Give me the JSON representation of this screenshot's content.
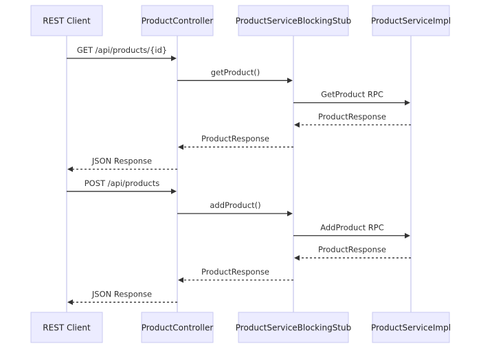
{
  "participants": [
    {
      "id": "rest",
      "label": "REST Client"
    },
    {
      "id": "ctrl",
      "label": "ProductController"
    },
    {
      "id": "stub",
      "label": "ProductServiceBlockingStub"
    },
    {
      "id": "impl",
      "label": "ProductServiceImpl"
    }
  ],
  "messages": [
    {
      "from": "rest",
      "to": "ctrl",
      "label": "GET /api/products/{id}",
      "style": "solid"
    },
    {
      "from": "ctrl",
      "to": "stub",
      "label": "getProduct()",
      "style": "solid"
    },
    {
      "from": "stub",
      "to": "impl",
      "label": "GetProduct RPC",
      "style": "solid"
    },
    {
      "from": "impl",
      "to": "stub",
      "label": "ProductResponse",
      "style": "dashed"
    },
    {
      "from": "stub",
      "to": "ctrl",
      "label": "ProductResponse",
      "style": "dashed"
    },
    {
      "from": "ctrl",
      "to": "rest",
      "label": "JSON Response",
      "style": "dashed"
    },
    {
      "from": "rest",
      "to": "ctrl",
      "label": "POST /api/products",
      "style": "solid"
    },
    {
      "from": "ctrl",
      "to": "stub",
      "label": "addProduct()",
      "style": "solid"
    },
    {
      "from": "stub",
      "to": "impl",
      "label": "AddProduct RPC",
      "style": "solid"
    },
    {
      "from": "impl",
      "to": "stub",
      "label": "ProductResponse",
      "style": "dashed"
    },
    {
      "from": "stub",
      "to": "ctrl",
      "label": "ProductResponse",
      "style": "dashed"
    },
    {
      "from": "ctrl",
      "to": "rest",
      "label": "JSON Response",
      "style": "dashed"
    }
  ]
}
